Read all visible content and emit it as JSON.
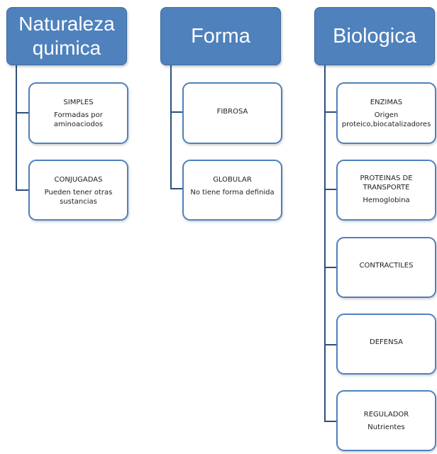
{
  "columns": [
    {
      "header": "Naturaleza\nquimica",
      "items": [
        {
          "title": "SIMPLES",
          "desc": "Formadas por\naminoaciodos"
        },
        {
          "title": "CONJUGADAS",
          "desc": "Pueden tener otras\nsustancias"
        }
      ]
    },
    {
      "header": "Forma",
      "items": [
        {
          "title": "FIBROSA",
          "desc": ""
        },
        {
          "title": "GLOBULAR",
          "desc": "No tiene forma definida"
        }
      ]
    },
    {
      "header": "Biologica",
      "items": [
        {
          "title": "ENZIMAS",
          "desc": "Origen\nproteico,biocatalizadores"
        },
        {
          "title": "PROTEINAS DE\nTRANSPORTE",
          "desc": "Hemoglobina"
        },
        {
          "title": "CONTRACTILES",
          "desc": ""
        },
        {
          "title": "DEFENSA",
          "desc": ""
        },
        {
          "title": "REGULADOR",
          "desc": "Nutrientes"
        }
      ]
    }
  ],
  "colors": {
    "header_fill": "#4f81bd",
    "box_border": "#4f81bd",
    "connector": "#2f4f7f"
  }
}
